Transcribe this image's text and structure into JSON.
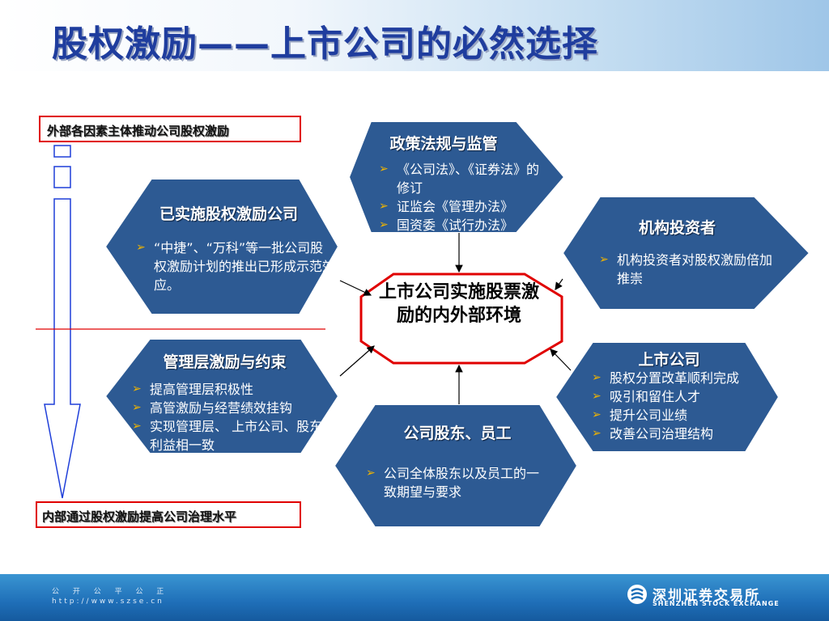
{
  "slide": {
    "title": "股权激励——上市公司的必然选择",
    "top_label": "外部各因素主体推动公司股权激励",
    "bottom_label": "内部通过股权激励提高公司治理水平",
    "center": "上市公司实施股票激励的内外部环境",
    "colors": {
      "hex_fill": "#2d5a93",
      "hex_border": "#ffffff",
      "bullet": "#f0b400",
      "center_border": "#e00000",
      "title": "#1f3d9e"
    },
    "nodes": {
      "policy": {
        "title": "政策法规与监管",
        "bullets": [
          "《公司法》、《证券法》的修订",
          "证监会《管理办法》",
          "国资委《试行办法》"
        ]
      },
      "implemented": {
        "title": "已实施股权激励公司",
        "bullets": [
          "“中捷”、“万科”等一批公司股权激励计划的推出已形成示范效应。"
        ]
      },
      "investors": {
        "title": "机构投资者",
        "bullets": [
          "机构投资者对股权激励倍加推崇"
        ]
      },
      "management": {
        "title": "管理层激励与约束",
        "bullets": [
          "提高管理层积极性",
          "高管激励与经营绩效挂钩",
          "实现管理层、 上市公司、股东 利益相一致"
        ]
      },
      "listed_company": {
        "title": "上市公司",
        "bullets": [
          "股权分置改革顺利完成",
          "吸引和留住人才",
          "提升公司业绩",
          "改善公司治理结构"
        ]
      },
      "shareholders": {
        "title": "公司股东、员工",
        "bullets": [
          "公司全体股东以及员工的一致期望与要求"
        ]
      }
    }
  },
  "footer": {
    "tagline": "公 开 公 平 公 正",
    "url": "http://www.szse.cn",
    "org_cn": "深圳证券交易所",
    "org_en": "SHENZHEN STOCK EXCHANGE",
    "logo_icon": "szse-logo-icon"
  }
}
